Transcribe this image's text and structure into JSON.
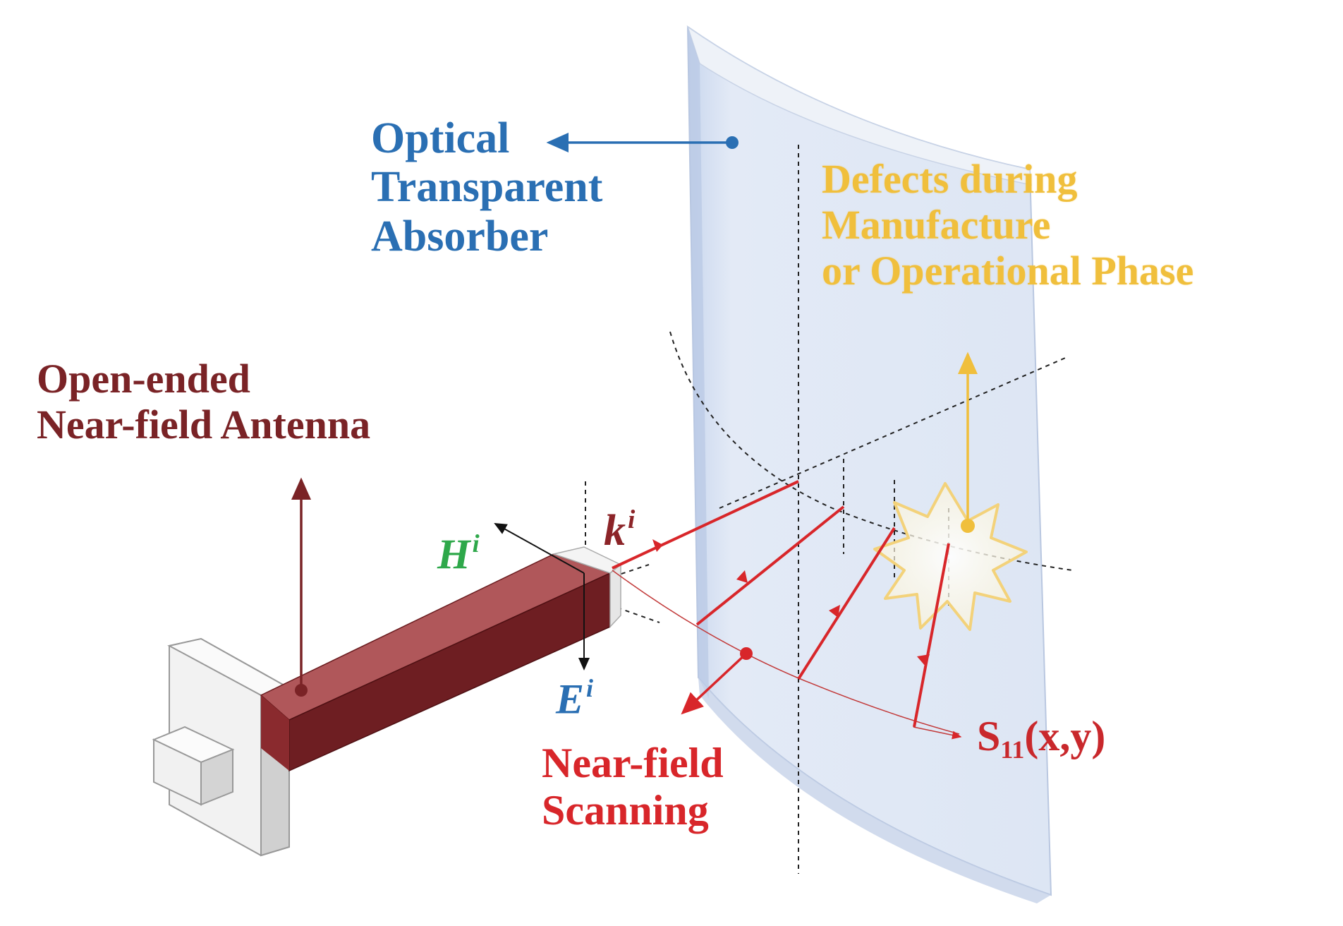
{
  "labels": {
    "absorber": [
      "Optical",
      "Transparent",
      "Absorber"
    ],
    "defects": [
      "Defects during",
      "Manufacture",
      "or Operational Phase"
    ],
    "antenna": [
      "Open-ended",
      "Near-field Antenna"
    ],
    "scanning": [
      "Near-field",
      "Scanning"
    ],
    "s11": {
      "main": "S",
      "sub": "11",
      "tail": "(x,y)"
    },
    "k_vec": {
      "base": "k",
      "sup": "i"
    },
    "h_vec": {
      "base": "H",
      "sup": "i"
    },
    "e_vec": {
      "base": "E",
      "sup": "i"
    }
  },
  "colors": {
    "absorber_blue": "#2a6fb3",
    "antenna_maroon": "#7a2326",
    "defect_gold": "#f0bf3c",
    "scan_red": "#d8262a",
    "h_green": "#2ea84a",
    "panel_fill": "#dfe7f5"
  }
}
